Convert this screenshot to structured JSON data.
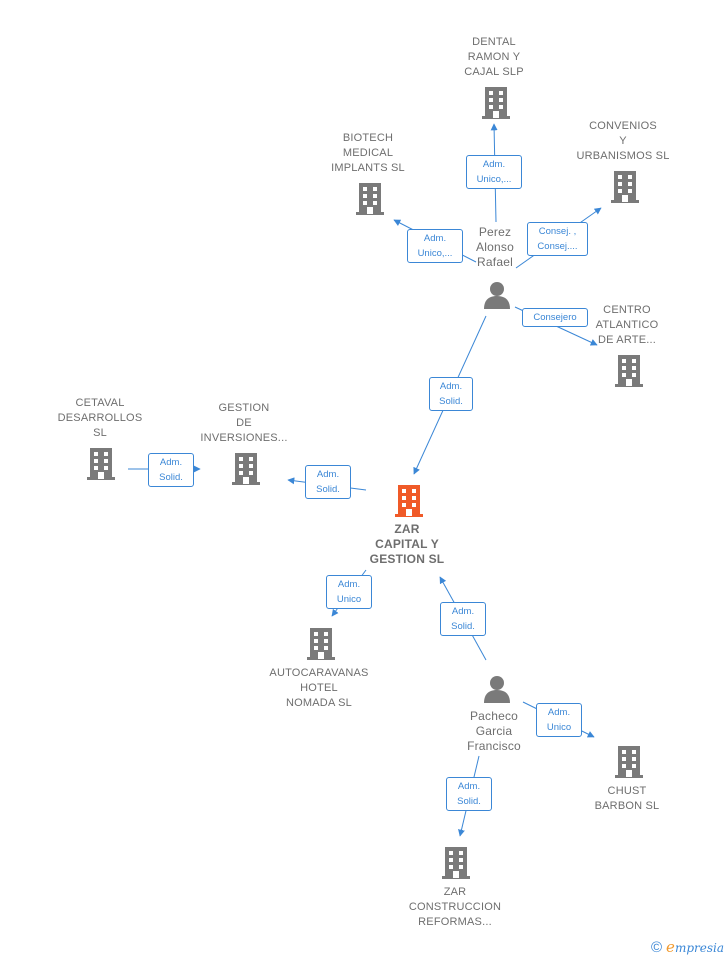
{
  "colors": {
    "company": "#7a7a7a",
    "main_company": "#f05a28",
    "person": "#7a7a7a",
    "edge": "#3b87d6"
  },
  "nodes": {
    "dental": {
      "label": "DENTAL\nRAMON Y\nCAJAL SLP",
      "icon": "building-icon"
    },
    "biotech": {
      "label": "BIOTECH\nMEDICAL\nIMPLANTS  SL",
      "icon": "building-icon"
    },
    "convenios": {
      "label": "CONVENIOS\nY\nURBANISMOS SL",
      "icon": "building-icon"
    },
    "perez": {
      "label": "Perez\nAlonso\nRafael",
      "icon": "person-icon"
    },
    "centro": {
      "label": "CENTRO\nATLANTICO\nDE ARTE...",
      "icon": "building-icon"
    },
    "cetaval": {
      "label": "CETAVAL\nDESARROLLOS\nSL",
      "icon": "building-icon"
    },
    "gestion": {
      "label": "GESTION\nDE\nINVERSIONES...",
      "icon": "building-icon"
    },
    "zar_capital": {
      "label": "ZAR\nCAPITAL Y\nGESTION  SL",
      "icon": "building-icon"
    },
    "autocaravanas": {
      "label": "AUTOCARAVANAS\nHOTEL\nNOMADA  SL",
      "icon": "building-icon"
    },
    "pacheco": {
      "label": "Pacheco\nGarcia\nFrancisco",
      "icon": "person-icon"
    },
    "chust": {
      "label": "CHUST\nBARBON  SL",
      "icon": "building-icon"
    },
    "zar_construccion": {
      "label": "ZAR\nCONSTRUCCION\nREFORMAS...",
      "icon": "building-icon"
    }
  },
  "roles": {
    "perez_dental": "Adm.\nUnico,...",
    "perez_biotech": "Adm.\nUnico,...",
    "perez_convenios": "Consej. ,\nConsej....",
    "perez_centro": "Consejero",
    "perez_zar": "Adm.\nSolid.",
    "cetaval_gestion": "Adm.\nSolid.",
    "zar_gestion": "Adm.\nSolid.",
    "zar_autocaravanas": "Adm.\nUnico",
    "pacheco_zar": "Adm.\nSolid.",
    "pacheco_chust": "Adm.\nUnico",
    "pacheco_construccion": "Adm.\nSolid."
  },
  "footer": {
    "copyright": "©",
    "brand_e": "e",
    "brand_rest": "mpresia"
  }
}
